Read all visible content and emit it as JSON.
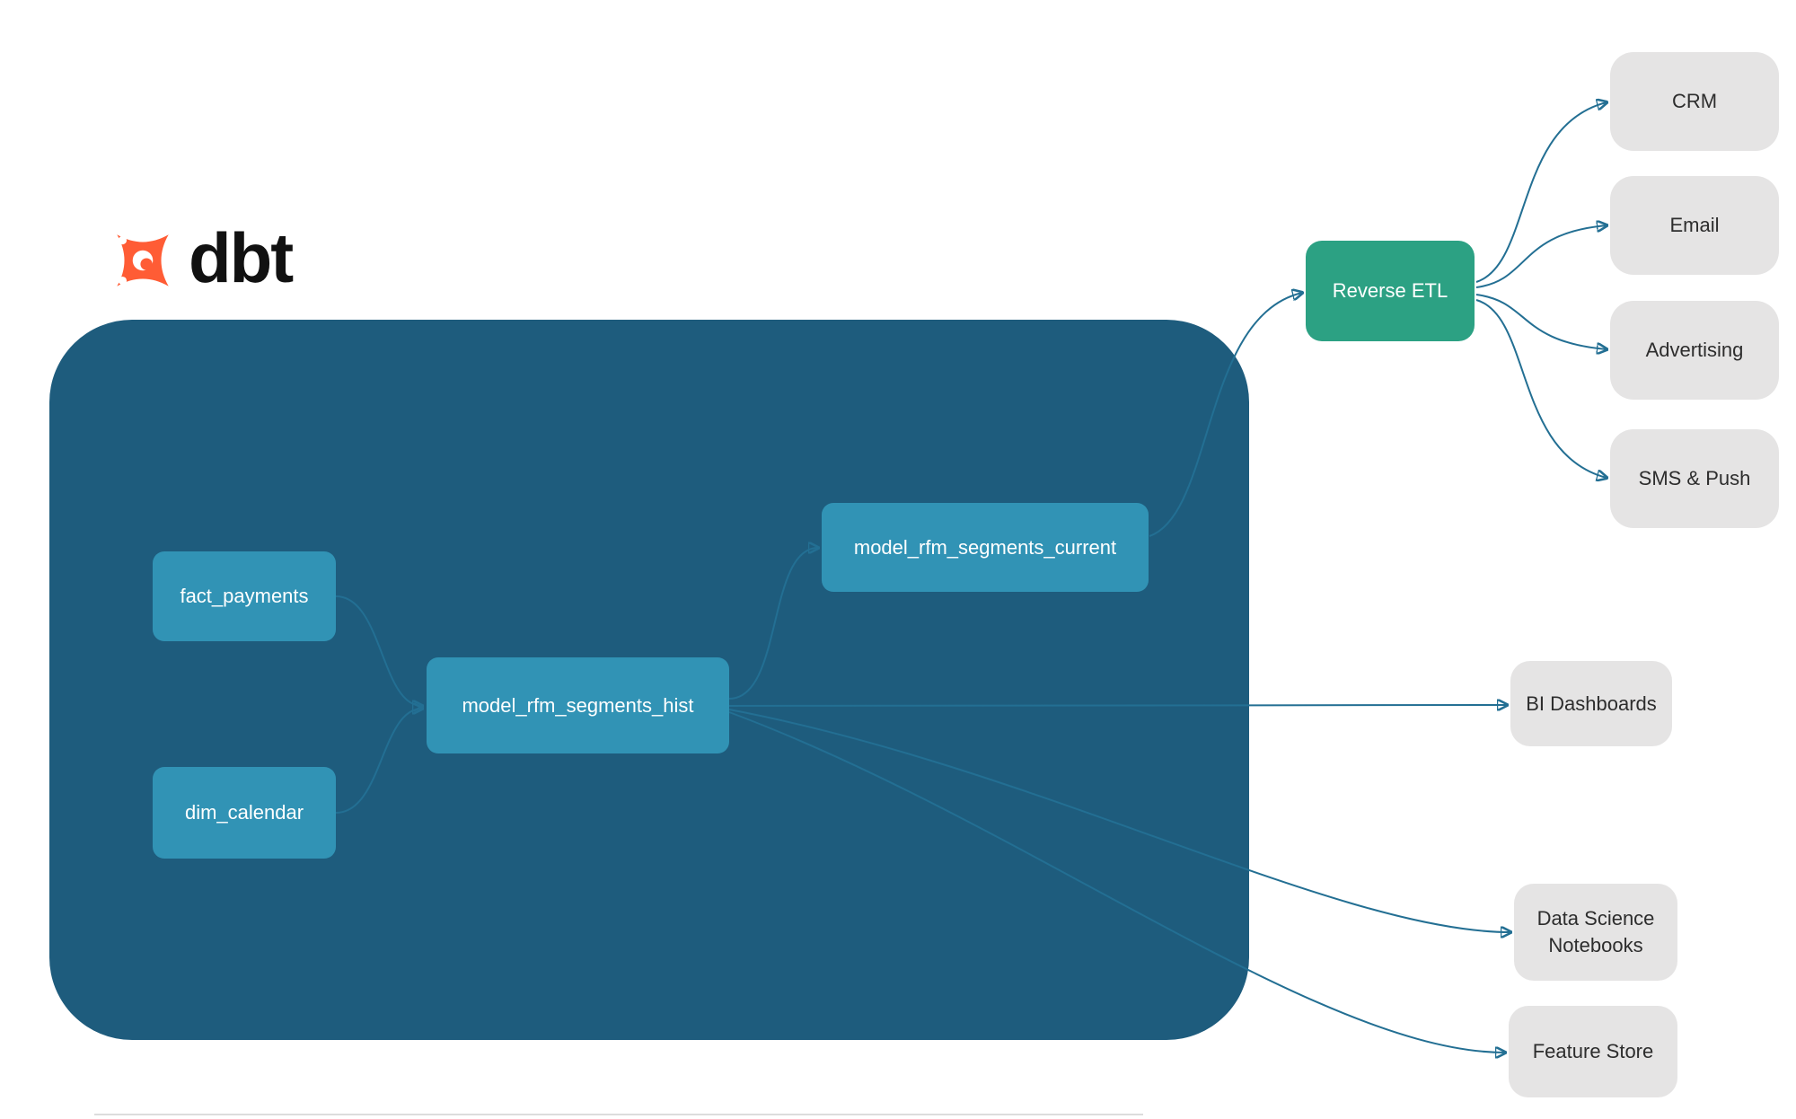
{
  "logo": {
    "brand": "dbt"
  },
  "colors": {
    "container_bg": "#1e5c7d",
    "model_node_bg": "#3193b5",
    "reverse_etl_bg": "#2ca183",
    "destination_bg": "#e5e4e4",
    "edge": "#236f93",
    "logo_orange": "#ff5c35",
    "model_text": "#ffffff",
    "destination_text": "#2d2d2d"
  },
  "nodes": {
    "fact_payments": {
      "label": "fact_payments"
    },
    "dim_calendar": {
      "label": "dim_calendar"
    },
    "model_hist": {
      "label": "model_rfm_segments_hist"
    },
    "model_current": {
      "label": "model_rfm_segments_current"
    },
    "reverse_etl": {
      "label": "Reverse ETL"
    },
    "crm": {
      "label": "CRM"
    },
    "email": {
      "label": "Email"
    },
    "advertising": {
      "label": "Advertising"
    },
    "sms_push": {
      "label": "SMS & Push"
    },
    "bi_dashboards": {
      "label": "BI Dashboards"
    },
    "ds_notebooks": {
      "label": "Data Science Notebooks"
    },
    "feature_store": {
      "label": "Feature Store"
    }
  },
  "edges": [
    {
      "from": "fact_payments",
      "to": "model_rfm_segments_hist"
    },
    {
      "from": "dim_calendar",
      "to": "model_rfm_segments_hist"
    },
    {
      "from": "model_rfm_segments_hist",
      "to": "model_rfm_segments_current"
    },
    {
      "from": "model_rfm_segments_current",
      "to": "Reverse ETL"
    },
    {
      "from": "Reverse ETL",
      "to": "CRM"
    },
    {
      "from": "Reverse ETL",
      "to": "Email"
    },
    {
      "from": "Reverse ETL",
      "to": "Advertising"
    },
    {
      "from": "Reverse ETL",
      "to": "SMS & Push"
    },
    {
      "from": "model_rfm_segments_hist",
      "to": "BI Dashboards"
    },
    {
      "from": "model_rfm_segments_hist",
      "to": "Data Science Notebooks"
    },
    {
      "from": "model_rfm_segments_hist",
      "to": "Feature Store"
    }
  ]
}
